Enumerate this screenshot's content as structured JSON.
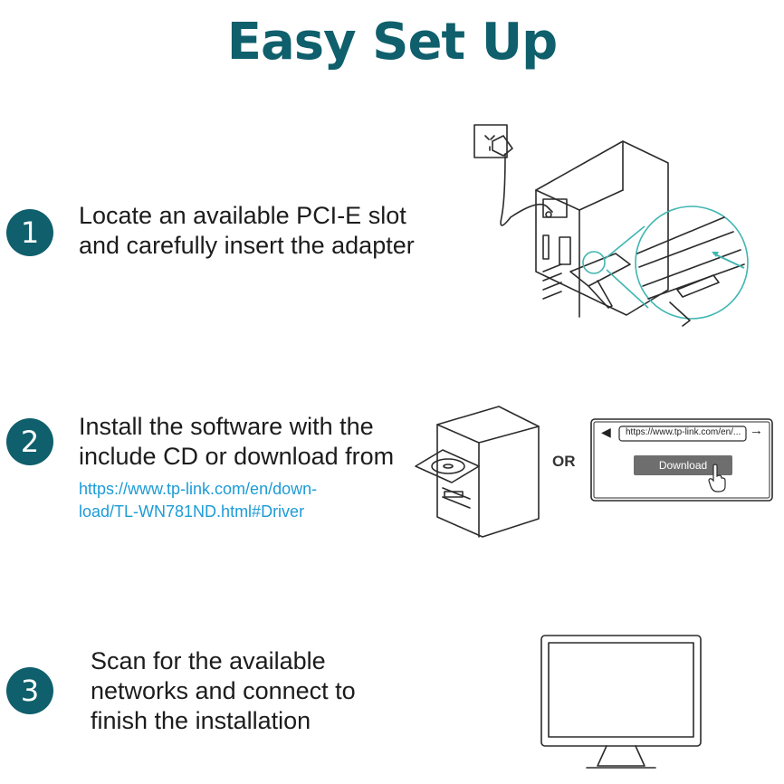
{
  "header": {
    "title": "Easy Set Up"
  },
  "steps": [
    {
      "number": "1",
      "text": "Locate an available PCI-E slot\nand carefully insert the adapter"
    },
    {
      "number": "2",
      "text": "Install the software with the\ninclude CD or download from",
      "link": "https://www.tp-link.com/en/down-\nload/TL-WN781ND.html#Driver"
    },
    {
      "number": "3",
      "text": "Scan for the available\nnetworks and connect to\nfinish the installation"
    }
  ],
  "download_panel": {
    "or_label": "OR",
    "url": "https://www.tp-link.com/en/...",
    "download_label": "Download"
  },
  "colors": {
    "title": "#0f5f6c",
    "circle": "#0f5f6c",
    "link": "#1d9bd6",
    "accent": "#3fb6b1"
  },
  "icons": [
    "back-arrow-icon",
    "forward-arrow-icon",
    "hand-cursor-icon"
  ]
}
